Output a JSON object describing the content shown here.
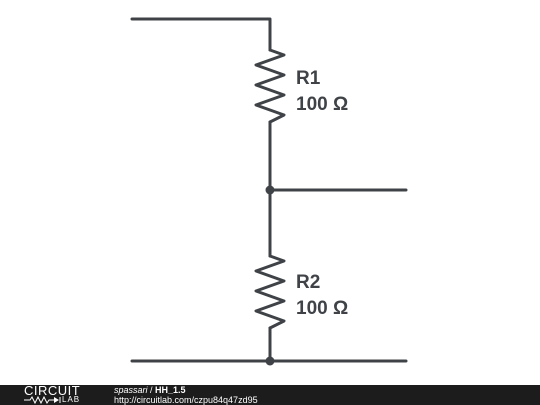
{
  "components": {
    "r1": {
      "name": "R1",
      "value": "100 Ω"
    },
    "r2": {
      "name": "R2",
      "value": "100 Ω"
    }
  },
  "colors": {
    "wire": "#3f4347",
    "footer_bg": "#1c1c1c",
    "footer_text": "#ffffff"
  },
  "footer": {
    "logo_top": "CIRCUIT",
    "logo_bottom": "LAB",
    "author": "spassari",
    "separator": " / ",
    "title": "HH_1.5",
    "url": "http://circuitlab.com/czpu84q47zd95"
  }
}
